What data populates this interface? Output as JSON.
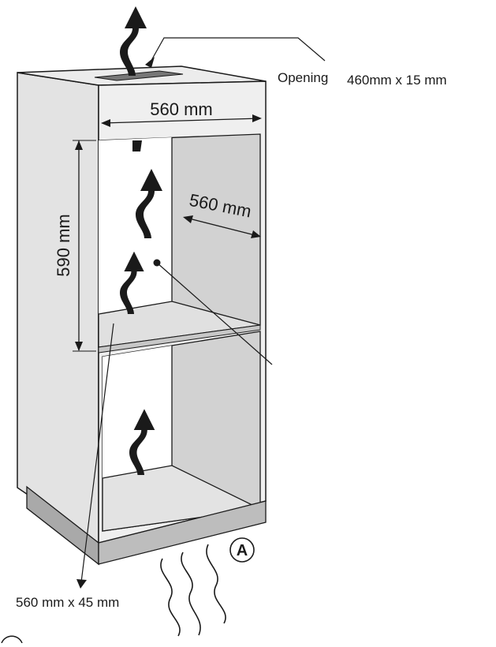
{
  "diagram": {
    "opening_label": "Opening",
    "opening_size": "460mm x 15 mm",
    "width_label": "560 mm",
    "depth_label": "560 mm",
    "height_label": "590 mm",
    "bottom_vent_label": "560 mm x 45 mm",
    "marker_a": "A"
  },
  "colors": {
    "panel_fill": "#e3e3e3",
    "inner_fill": "#d2d2d2",
    "plinth_fill": "#b3b3b3",
    "line": "#1a1a1a"
  },
  "icons": {
    "airflow": "airflow-arrow-icon",
    "heat": "heat-wave-icon"
  }
}
